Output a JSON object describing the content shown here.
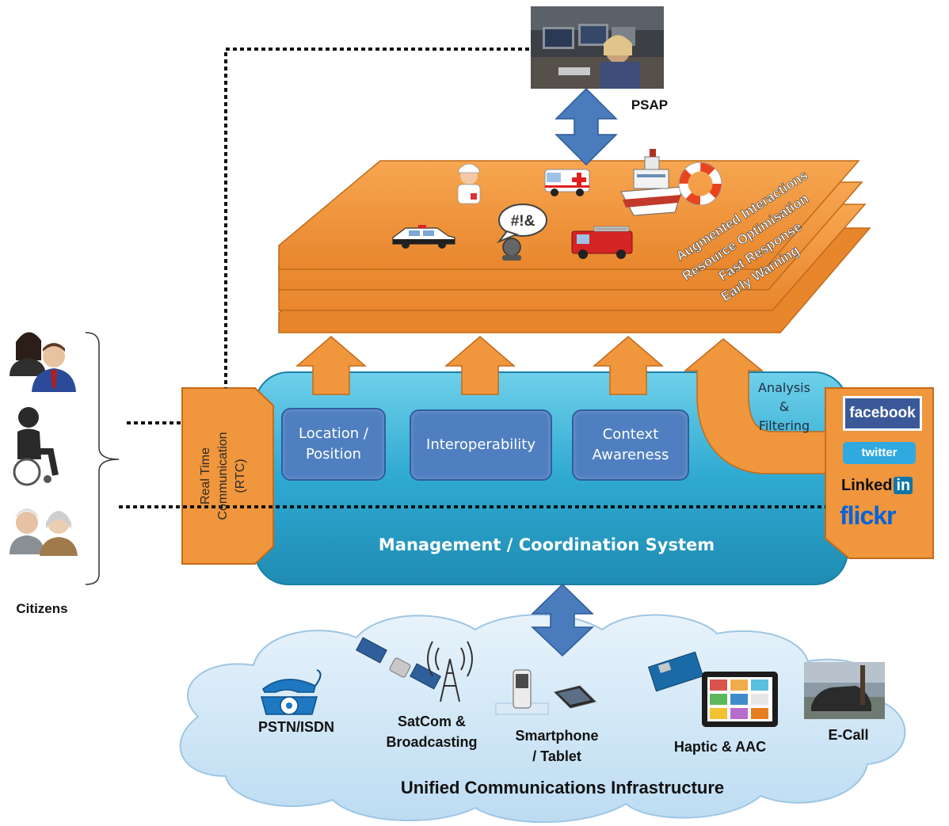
{
  "psap": {
    "label": "PSAP"
  },
  "layers": [
    {
      "label": "Augmented Interactions"
    },
    {
      "label": "Resource Optimisation"
    },
    {
      "label": "Fast Response"
    },
    {
      "label": "Early Warning"
    }
  ],
  "scene_icons": [
    "nurse-icon",
    "ambulance-icon",
    "ship-icon",
    "lifebuoy-icon",
    "police-car-icon",
    "chat-warning-icon",
    "fire-truck-icon"
  ],
  "speech_text": "#!&",
  "system": {
    "rtc_label": "Real Time Communication (RTC)",
    "rtc_line1": "Real Time",
    "rtc_line2": "Communication",
    "rtc_line3": "(RTC)",
    "modules": [
      {
        "line1": "Location /",
        "line2": "Position"
      },
      {
        "line1": "Interoperability",
        "line2": ""
      },
      {
        "line1": "Context",
        "line2": "Awareness"
      }
    ],
    "analysis": {
      "line1": "Analysis",
      "line2": "&",
      "line3": "Filtering"
    },
    "title": "Management / Coordination System"
  },
  "social": [
    "facebook",
    "twitter",
    "Linked",
    "in",
    "flickr"
  ],
  "citizens": {
    "label": "Citizens"
  },
  "infrastructure": {
    "title": "Unified Communications Infrastructure",
    "items": [
      {
        "line1": "PSTN/ISDN",
        "line2": ""
      },
      {
        "line1": "SatCom &",
        "line2": "Broadcasting"
      },
      {
        "line1": "Smartphone",
        "line2": "/ Tablet"
      },
      {
        "line1": "Haptic & AAC",
        "line2": ""
      },
      {
        "line1": "E-Call",
        "line2": ""
      }
    ]
  },
  "colors": {
    "orange": "#f0963c",
    "orange_dark": "#c46a1a",
    "teal": "#3bb4d8",
    "blue_box": "#4f7fc0",
    "arrow_blue": "#4a7bbd",
    "cloud": "#cfe6f7"
  }
}
